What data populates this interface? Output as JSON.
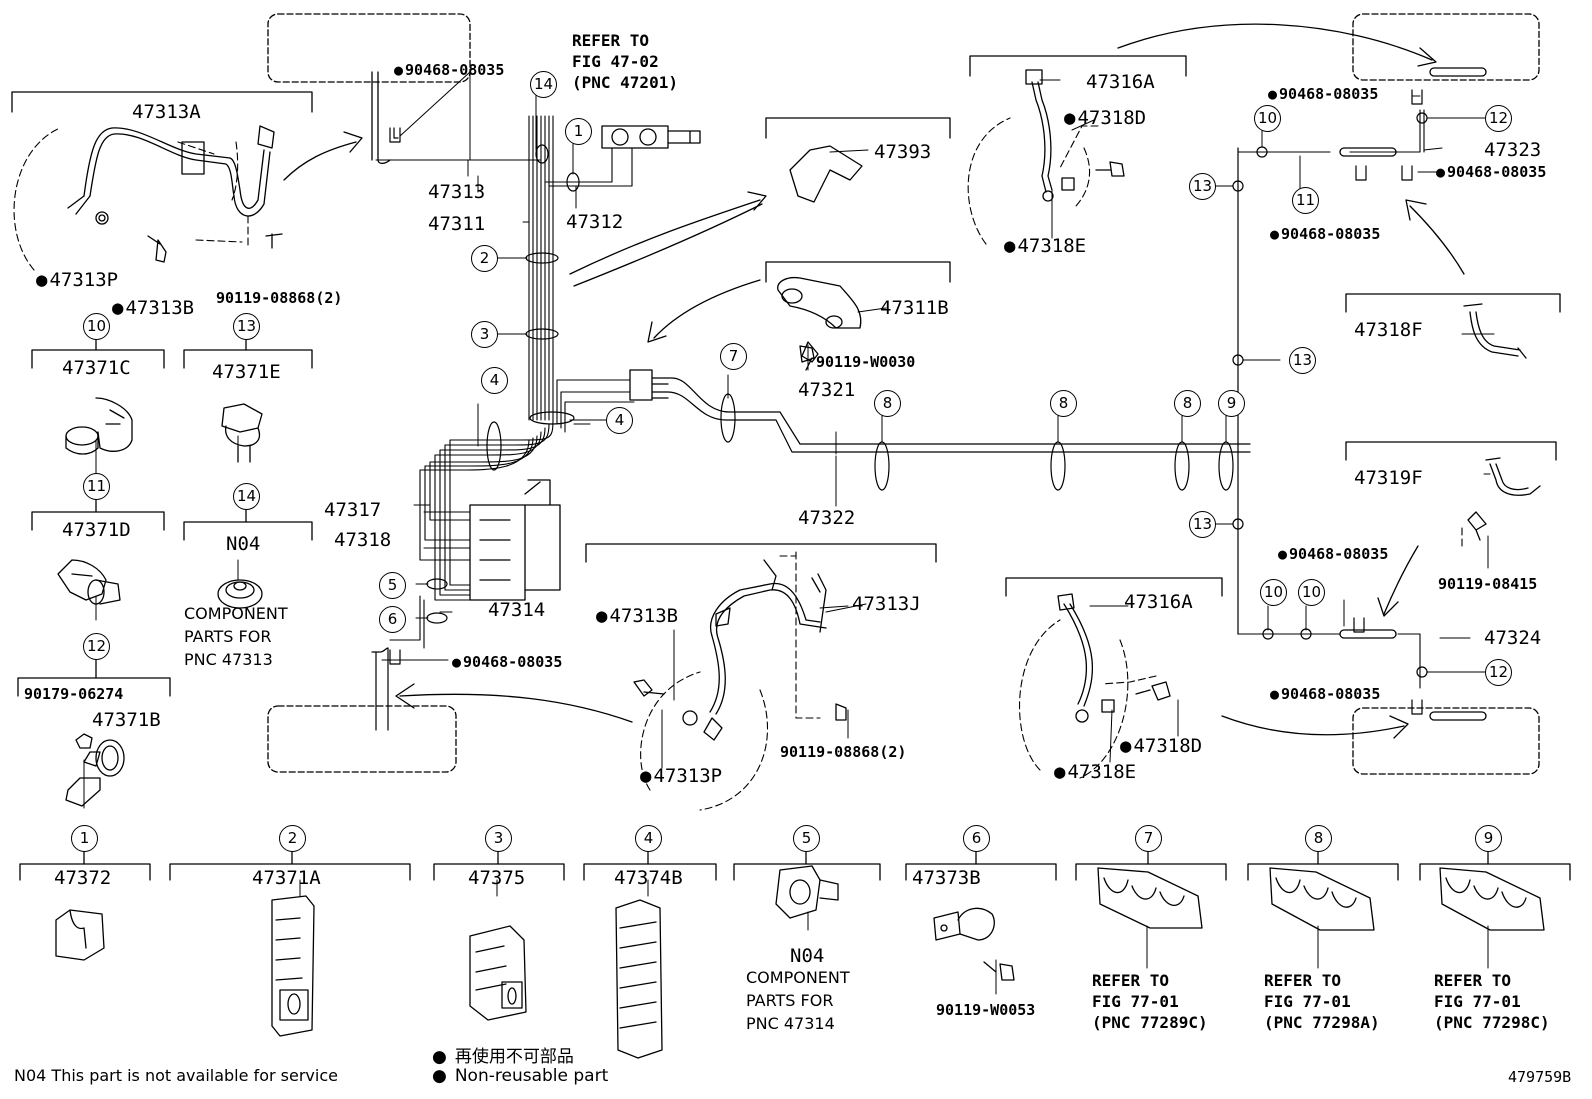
{
  "part_numbers": {
    "p47313A": "47313A",
    "p47313P_top": "47313P",
    "p47313B_top": "47313B",
    "p90119_08868_top": "90119-08868(2)",
    "p90468_top": "90468-08035",
    "p47313": "47313",
    "p47311": "47311",
    "p47312": "47312",
    "p47393": "47393",
    "p47311B": "47311B",
    "p90119_W0030": "90119-W0030",
    "p47321": "47321",
    "p47322": "47322",
    "p47317": "47317",
    "p47318": "47318",
    "p47314": "47314",
    "p90468_left": "90468-08035",
    "p47316A_top": "47316A",
    "p47318D_top": "47318D",
    "p47318E_top": "47318E",
    "p90468_r1": "90468-08035",
    "p47323": "47323",
    "p90468_r2": "90468-08035",
    "p90468_r3": "90468-08035",
    "p47318F": "47318F",
    "p47319F": "47319F",
    "p90119_08415": "90119-08415",
    "p90468_r4": "90468-08035",
    "p47324": "47324",
    "p90468_r5": "90468-08035",
    "p47316A_bot": "47316A",
    "p47318D_bot": "47318D",
    "p47318E_bot": "47318E",
    "p47313B_mid": "47313B",
    "p47313J": "47313J",
    "p90119_08868_mid": "90119-08868(2)",
    "p47313P_mid": "47313P",
    "p47371C": "47371C",
    "p47371E": "47371E",
    "p47371D": "47371D",
    "pN04_a": "N04",
    "p90179_06274": "90179-06274",
    "p47371B": "47371B",
    "p47372": "47372",
    "p47371A": "47371A",
    "p47375": "47375",
    "p47374B": "47374B",
    "pN04_b": "N04",
    "p47373B": "47373B",
    "p90119_W0053": "90119-W0053"
  },
  "refs": {
    "fig4702": "REFER TO\nFIG 47-02\n(PNC 47201)",
    "r7": "REFER TO\nFIG 77-01\n(PNC 77289C)",
    "r8": "REFER TO\nFIG 77-01\n(PNC 77298A)",
    "r9": "REFER TO\nFIG 77-01\n(PNC 77298C)"
  },
  "notes": {
    "comp_a": "COMPONENT\nPARTS FOR\nPNC 47313",
    "comp_b": "COMPONENT\nPARTS FOR\nPNC 47314"
  },
  "footer": {
    "n04": "N04 This part is not available for service",
    "ref": "479759B",
    "legend_jp": "再使用不可部品",
    "legend_en": "Non-reusable part"
  },
  "callouts": {
    "c1": "1",
    "c2": "2",
    "c3": "3",
    "c4": "4",
    "c5": "5",
    "c6": "6",
    "c7": "7",
    "c8": "8",
    "c9": "9",
    "c10": "10",
    "c11": "11",
    "c12": "12",
    "c13": "13",
    "c14": "14"
  }
}
